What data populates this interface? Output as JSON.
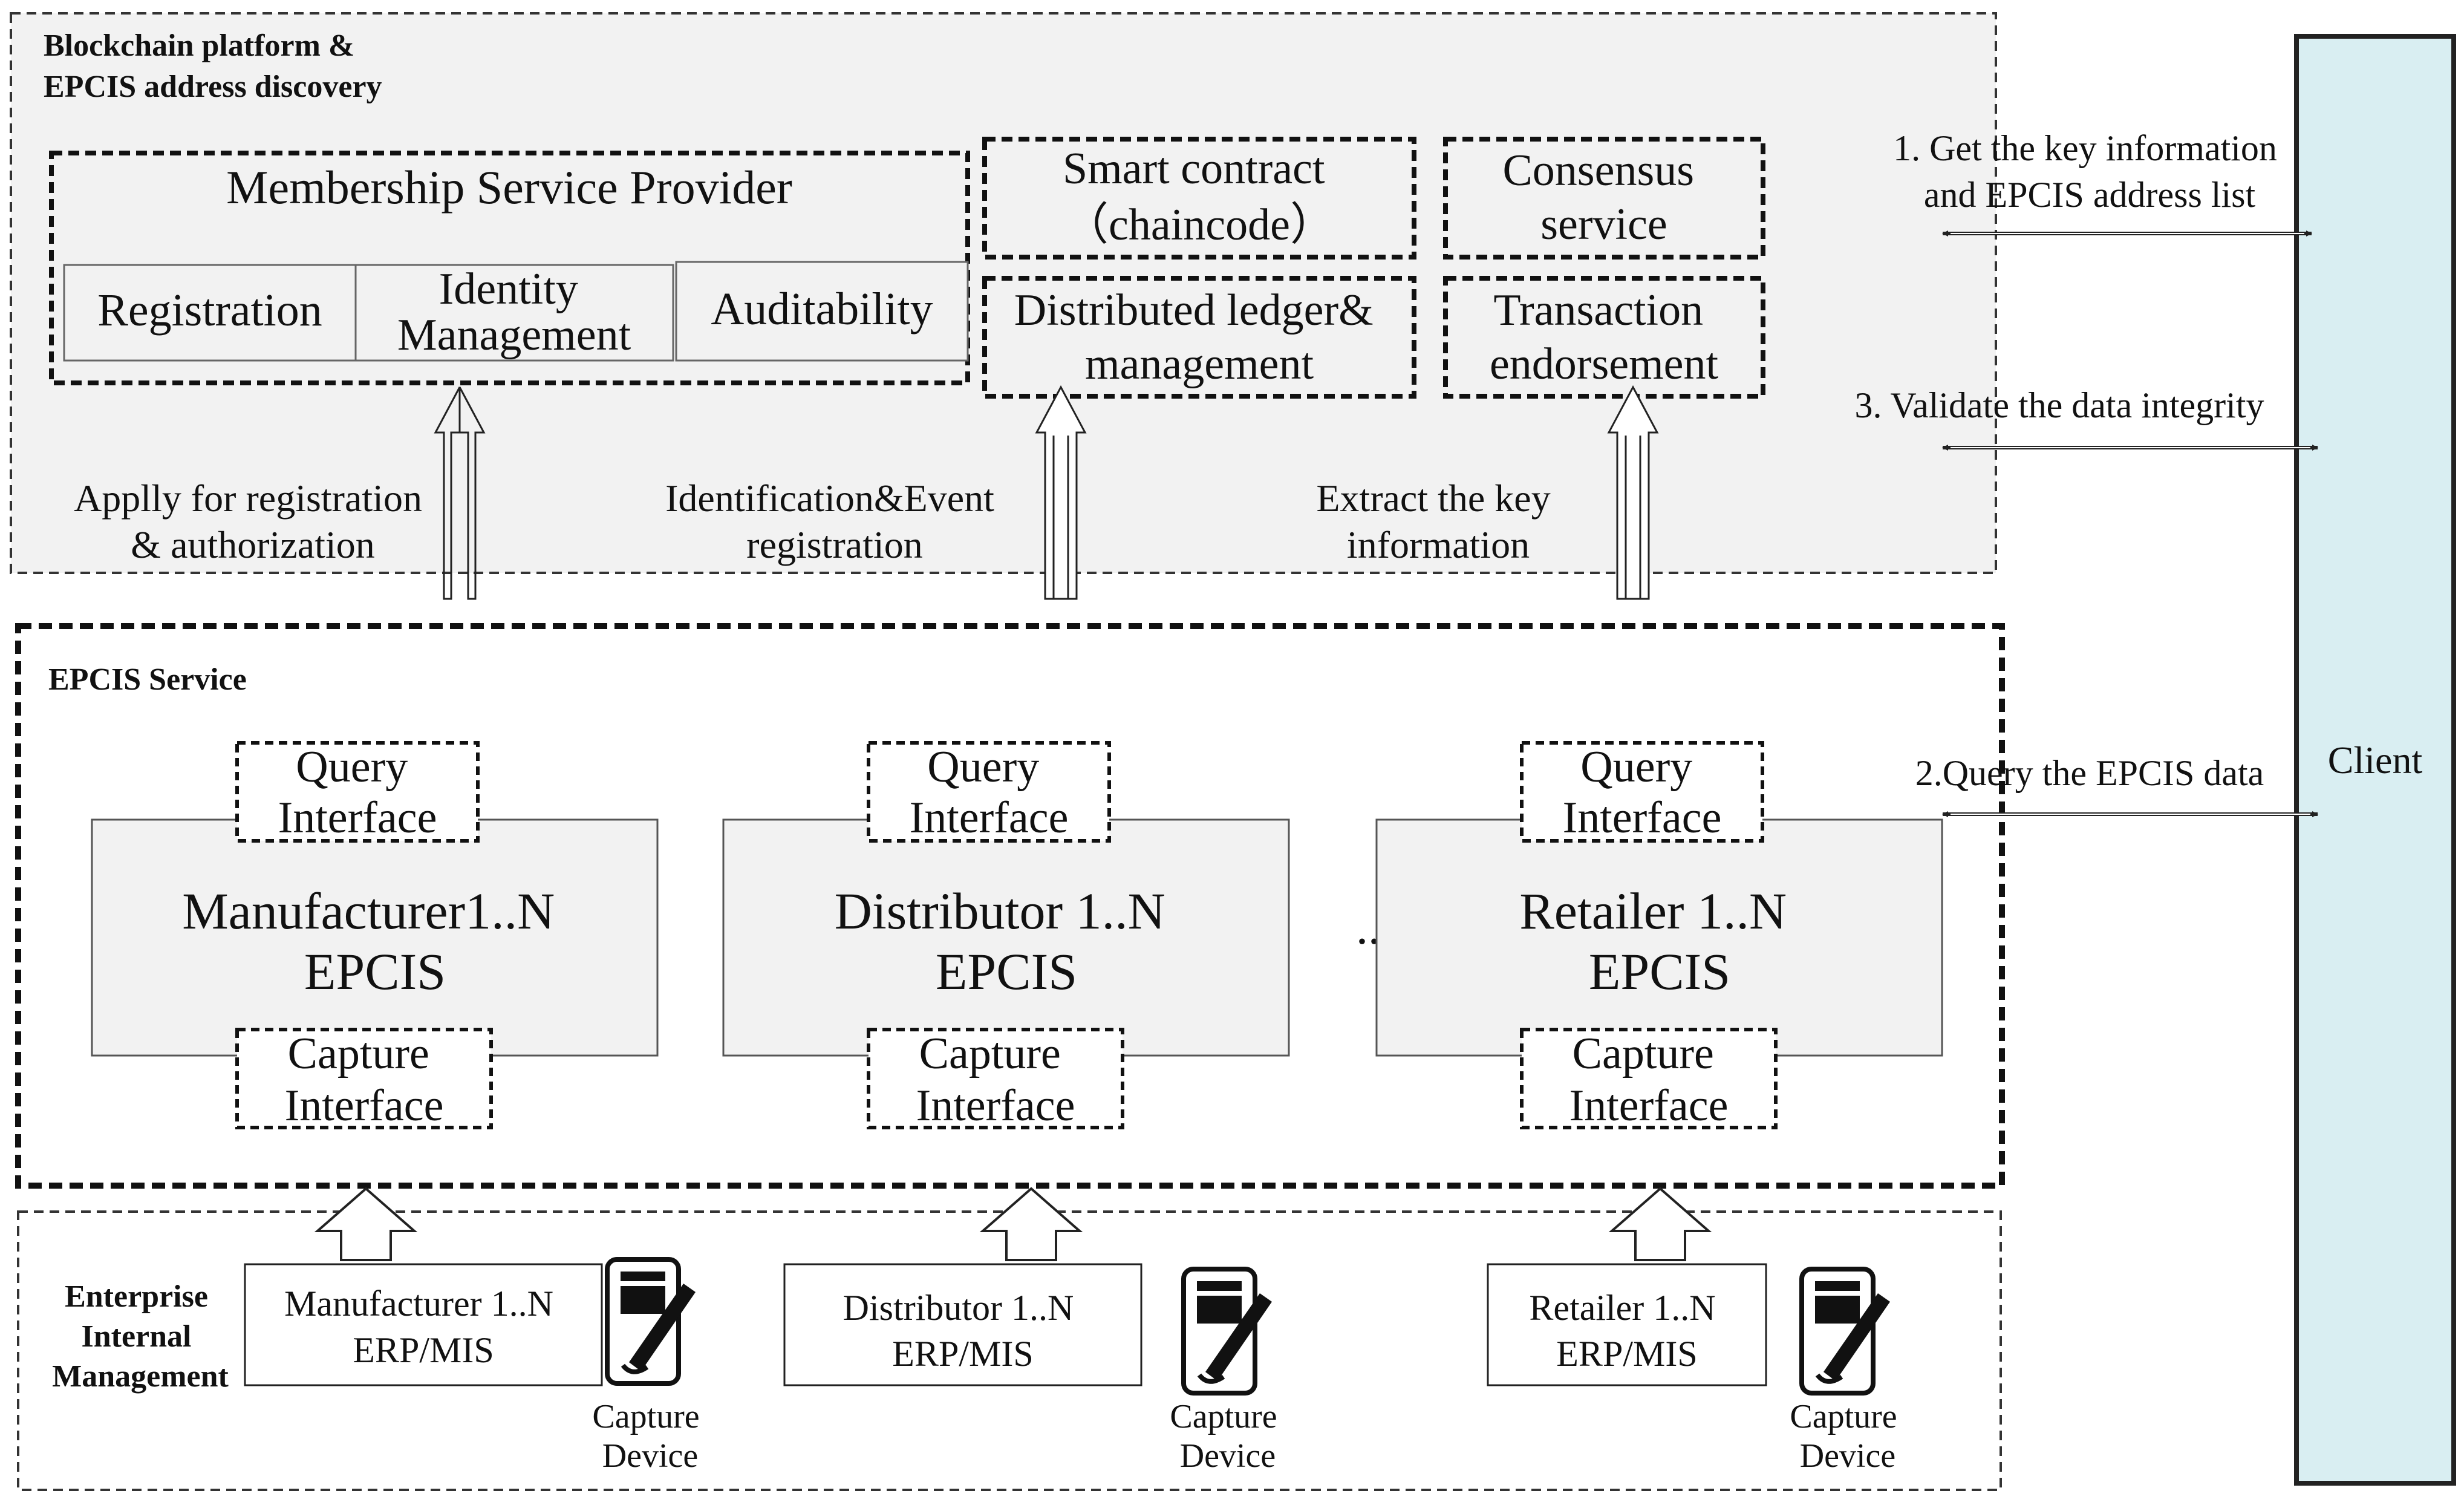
{
  "blockchain": {
    "title_lines": [
      "Blockchain platform &",
      "EPCIS address discovery"
    ],
    "msp": {
      "title": "Membership Service Provider",
      "registration": "Registration",
      "identity_lines": [
        "Identity",
        "Management"
      ],
      "auditability": "Auditability"
    },
    "smart_contract_lines": [
      "Smart contract",
      "（chaincode）"
    ],
    "consensus_lines": [
      "Consensus",
      "service"
    ],
    "ledger_lines": [
      "Distributed ledger&",
      "management"
    ],
    "endorsement_lines": [
      "Transaction",
      "endorsement"
    ]
  },
  "flows": {
    "apply_lines": [
      "Applly for registration",
      "& authorization"
    ],
    "identification_lines": [
      "Identification&Event",
      "registration"
    ],
    "extract_lines": [
      "Extract the key",
      "information"
    ],
    "step1_lines": [
      "1. Get the key information",
      "and EPCIS  address list"
    ],
    "step3": "3. Validate the data integrity",
    "step2": "2.Query the EPCIS data"
  },
  "epcis": {
    "title": "EPCIS Service",
    "ellipsis": "..",
    "nodes": [
      {
        "name_lines": [
          "Manufacturer1..N",
          "EPCIS"
        ],
        "query_lines": [
          "Query",
          "Interface"
        ],
        "capture_lines": [
          "Capture",
          "Interface"
        ]
      },
      {
        "name_lines": [
          "Distributor 1..N",
          "EPCIS"
        ],
        "query_lines": [
          "Query",
          "Interface"
        ],
        "capture_lines": [
          "Capture",
          "Interface"
        ]
      },
      {
        "name_lines": [
          "Retailer 1..N",
          "EPCIS"
        ],
        "query_lines": [
          "Query",
          "Interface"
        ],
        "capture_lines": [
          "Capture",
          "Interface"
        ]
      }
    ]
  },
  "enterprise": {
    "title_lines": [
      "Enterprise",
      "Internal",
      "Management"
    ],
    "systems": [
      {
        "lines": [
          "Manufacturer 1..N",
          "ERP/MIS"
        ],
        "device_lines": [
          "Capture",
          "Device"
        ]
      },
      {
        "lines": [
          "Distributor 1..N",
          "ERP/MIS"
        ],
        "device_lines": [
          "Capture",
          "Device"
        ]
      },
      {
        "lines": [
          "Retailer 1..N",
          "ERP/MIS"
        ],
        "device_lines": [
          "Capture",
          "Device"
        ]
      }
    ]
  },
  "client": {
    "label": "Client"
  },
  "colors": {
    "panel_fill": "#f2f2f2",
    "client_fill": "#d9eef2",
    "line": "#222222"
  }
}
